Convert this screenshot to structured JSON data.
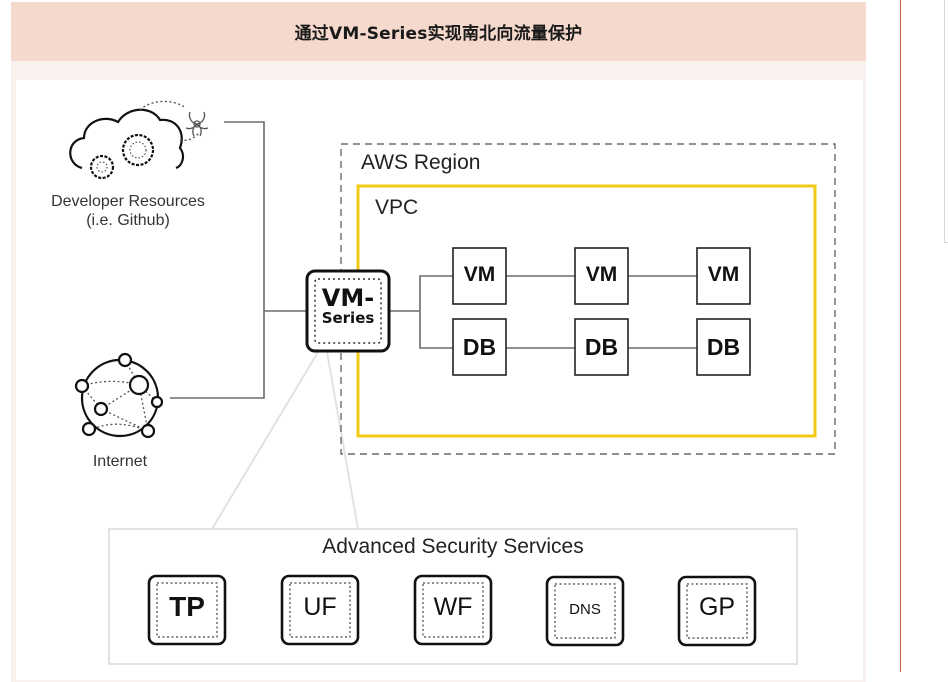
{
  "banner": {
    "title": "通过VM-Series实现南北向流量保护"
  },
  "colors": {
    "banner_bg": "#f5d9cc",
    "vpc_border": "#f2c913",
    "side_rule": "#b9683f",
    "line": "#6b6b6b"
  },
  "diagram": {
    "developer": {
      "label_line1": "Developer Resources",
      "label_line2": "(i.e. Github)",
      "icon": "cloud-gears-biohazard-icon"
    },
    "internet": {
      "label": "Internet",
      "icon": "network-globe-icon"
    },
    "firewall": {
      "line1": "VM-",
      "line2": "Series"
    },
    "aws_region": {
      "label": "AWS Region"
    },
    "vpc": {
      "label": "VPC",
      "rows": [
        [
          "VM",
          "VM",
          "VM"
        ],
        [
          "DB",
          "DB",
          "DB"
        ]
      ]
    },
    "security_services": {
      "title": "Advanced Security Services",
      "items": [
        "TP",
        "UF",
        "WF",
        "DNS",
        "GP"
      ]
    }
  }
}
